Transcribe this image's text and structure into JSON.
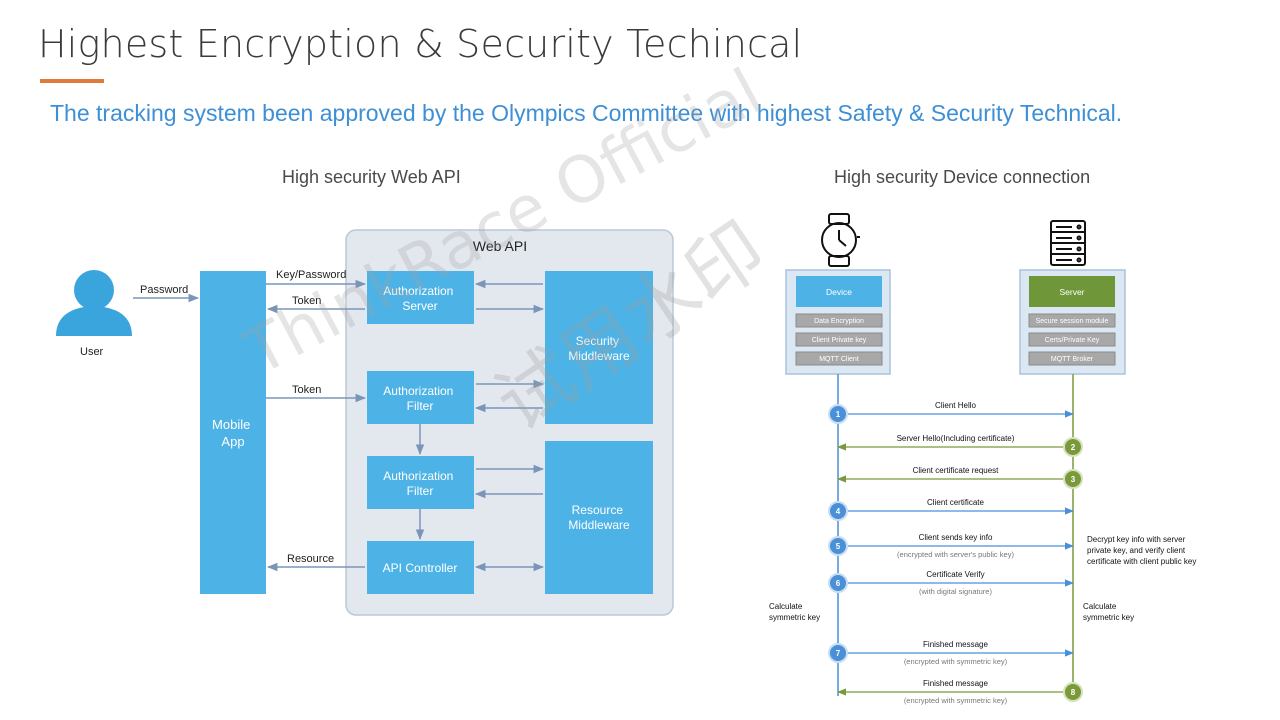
{
  "header": {
    "title": "Highest Encryption & Security Techincal",
    "subtitle": "The tracking system been approved by the Olympics Committee with highest Safety  & Security Technical.",
    "accent": "#e07b39",
    "subtitle_color": "#3d8fd6"
  },
  "left_diagram": {
    "title": "High security Web API",
    "user_label": "User",
    "password_label": "Password",
    "mobile_app": [
      "Mobile",
      "App"
    ],
    "web_api_label": "Web API",
    "auth_server": [
      "Authorization",
      "Server"
    ],
    "auth_filter_1": [
      "Authorization",
      "Filter"
    ],
    "auth_filter_2": [
      "Authorization",
      "Filter"
    ],
    "api_controller": "API Controller",
    "security_middleware": [
      "Security",
      "Middleware"
    ],
    "resource_middleware": [
      "Resource",
      "Middleware"
    ],
    "key_password_label": "Key/Password",
    "token_label_1": "Token",
    "token_label_2": "Token",
    "resource_label": "Resource",
    "box_color": "#4db3e6",
    "container_color": "#e3e8ef"
  },
  "right_diagram": {
    "title": "High security Device connection",
    "device": {
      "title": "Device",
      "items": [
        "Data Encryption",
        "Client Private key",
        "MQTT Client"
      ]
    },
    "server": {
      "title": "Server",
      "items": [
        "Secure session module",
        "Certs/Private Key",
        "MQTT Broker"
      ]
    },
    "steps": [
      {
        "n": "1",
        "label": "Client Hello",
        "sub": "",
        "dir": "right"
      },
      {
        "n": "2",
        "label": "Server Hello(Including certificate)",
        "sub": "",
        "dir": "left"
      },
      {
        "n": "3",
        "label": "Client certificate request",
        "sub": "",
        "dir": "left"
      },
      {
        "n": "4",
        "label": "Client certificate",
        "sub": "",
        "dir": "right"
      },
      {
        "n": "5",
        "label": "Client sends key info",
        "sub": "(encrypted with server's public key)",
        "dir": "right"
      },
      {
        "n": "6",
        "label": "Certificate Verify",
        "sub": "(with digital signature)",
        "dir": "right"
      },
      {
        "n": "7",
        "label": "Finished message",
        "sub": "(encrypted with symmetric key)",
        "dir": "right"
      },
      {
        "n": "8",
        "label": "Finished message",
        "sub": "(encrypted with symmetric key)",
        "dir": "left"
      }
    ],
    "note_decrypt": [
      "Decrypt key info with server",
      "private key, and verify client",
      "certificate  with client public key"
    ],
    "calc_left": [
      "Calculate",
      "symmetric key"
    ],
    "calc_right": [
      "Calculate",
      "symmetric key"
    ],
    "client_color": "#4a90d9",
    "server_color": "#7a9a3a"
  },
  "watermark": {
    "latin": "ThinkRace Official",
    "cjk": "试用水印"
  }
}
